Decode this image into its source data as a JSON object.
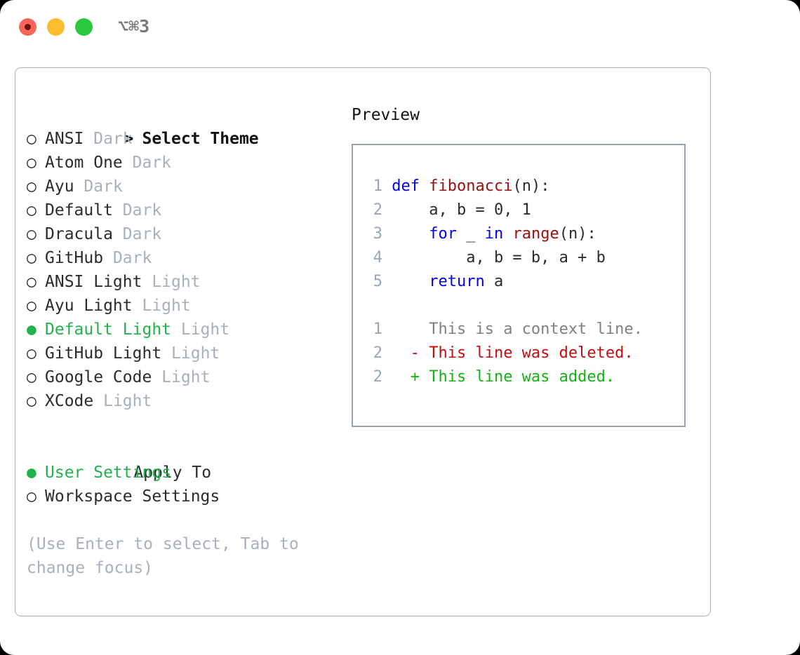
{
  "titlebar": {
    "shortcut": "⌥⌘3",
    "lights": [
      {
        "name": "close",
        "color": "#f9655b"
      },
      {
        "name": "minimize",
        "color": "#fdbc2c"
      },
      {
        "name": "maximize",
        "color": "#28c840"
      }
    ]
  },
  "theme_picker": {
    "heading_marker": ">",
    "heading": "Select Theme",
    "marker_selected": "●",
    "marker_unselected": "○",
    "items": [
      {
        "name": "ANSI",
        "tag": "Dark",
        "selected": false
      },
      {
        "name": "Atom One",
        "tag": "Dark",
        "selected": false
      },
      {
        "name": "Ayu",
        "tag": "Dark",
        "selected": false
      },
      {
        "name": "Default",
        "tag": "Dark",
        "selected": false
      },
      {
        "name": "Dracula",
        "tag": "Dark",
        "selected": false
      },
      {
        "name": "GitHub",
        "tag": "Dark",
        "selected": false
      },
      {
        "name": "ANSI Light",
        "tag": "Light",
        "selected": false
      },
      {
        "name": "Ayu Light",
        "tag": "Light",
        "selected": false
      },
      {
        "name": "Default Light",
        "tag": "Light",
        "selected": true
      },
      {
        "name": "GitHub Light",
        "tag": "Light",
        "selected": false
      },
      {
        "name": "Google Code",
        "tag": "Light",
        "selected": false
      },
      {
        "name": "XCode",
        "tag": "Light",
        "selected": false
      }
    ]
  },
  "apply_to": {
    "label": "Apply To",
    "options": [
      {
        "name": "User Settings",
        "selected": true
      },
      {
        "name": "Workspace Settings",
        "selected": false
      }
    ]
  },
  "hint": "(Use Enter to select, Tab to change focus)",
  "preview": {
    "title": "Preview",
    "code_lines": [
      {
        "no": "1",
        "tokens": [
          {
            "t": "def ",
            "c": "kw"
          },
          {
            "t": "fibonacci",
            "c": "fn"
          },
          {
            "t": "(n):",
            "c": "plain"
          }
        ]
      },
      {
        "no": "2",
        "tokens": [
          {
            "t": "    a, b = 0, 1",
            "c": "plain"
          }
        ]
      },
      {
        "no": "3",
        "tokens": [
          {
            "t": "    ",
            "c": "plain"
          },
          {
            "t": "for",
            "c": "kw"
          },
          {
            "t": " _ ",
            "c": "plain"
          },
          {
            "t": "in",
            "c": "kw"
          },
          {
            "t": " ",
            "c": "plain"
          },
          {
            "t": "range",
            "c": "fn"
          },
          {
            "t": "(n):",
            "c": "plain"
          }
        ]
      },
      {
        "no": "4",
        "tokens": [
          {
            "t": "        a, b = b, a + b",
            "c": "plain"
          }
        ]
      },
      {
        "no": "5",
        "tokens": [
          {
            "t": "    ",
            "c": "plain"
          },
          {
            "t": "return",
            "c": "kw"
          },
          {
            "t": " a",
            "c": "plain"
          }
        ]
      }
    ],
    "diff_lines": [
      {
        "no": "1",
        "tokens": [
          {
            "t": "    This is a context line.",
            "c": "ctx"
          }
        ]
      },
      {
        "no": "2",
        "tokens": [
          {
            "t": "  - This line was deleted.",
            "c": "del"
          }
        ]
      },
      {
        "no": "2",
        "tokens": [
          {
            "t": "  + This line was added.",
            "c": "add"
          }
        ]
      }
    ]
  },
  "colors": {
    "selected_green": "#22b14c",
    "tag_gray": "#a7b0bb",
    "keyword_blue": "#0000ee",
    "function_red": "#9c0f0f",
    "diff_deleted": "#c40d0d",
    "diff_added": "#12b312",
    "panel_border": "#a6b0bf",
    "preview_border": "#96a2b3"
  }
}
